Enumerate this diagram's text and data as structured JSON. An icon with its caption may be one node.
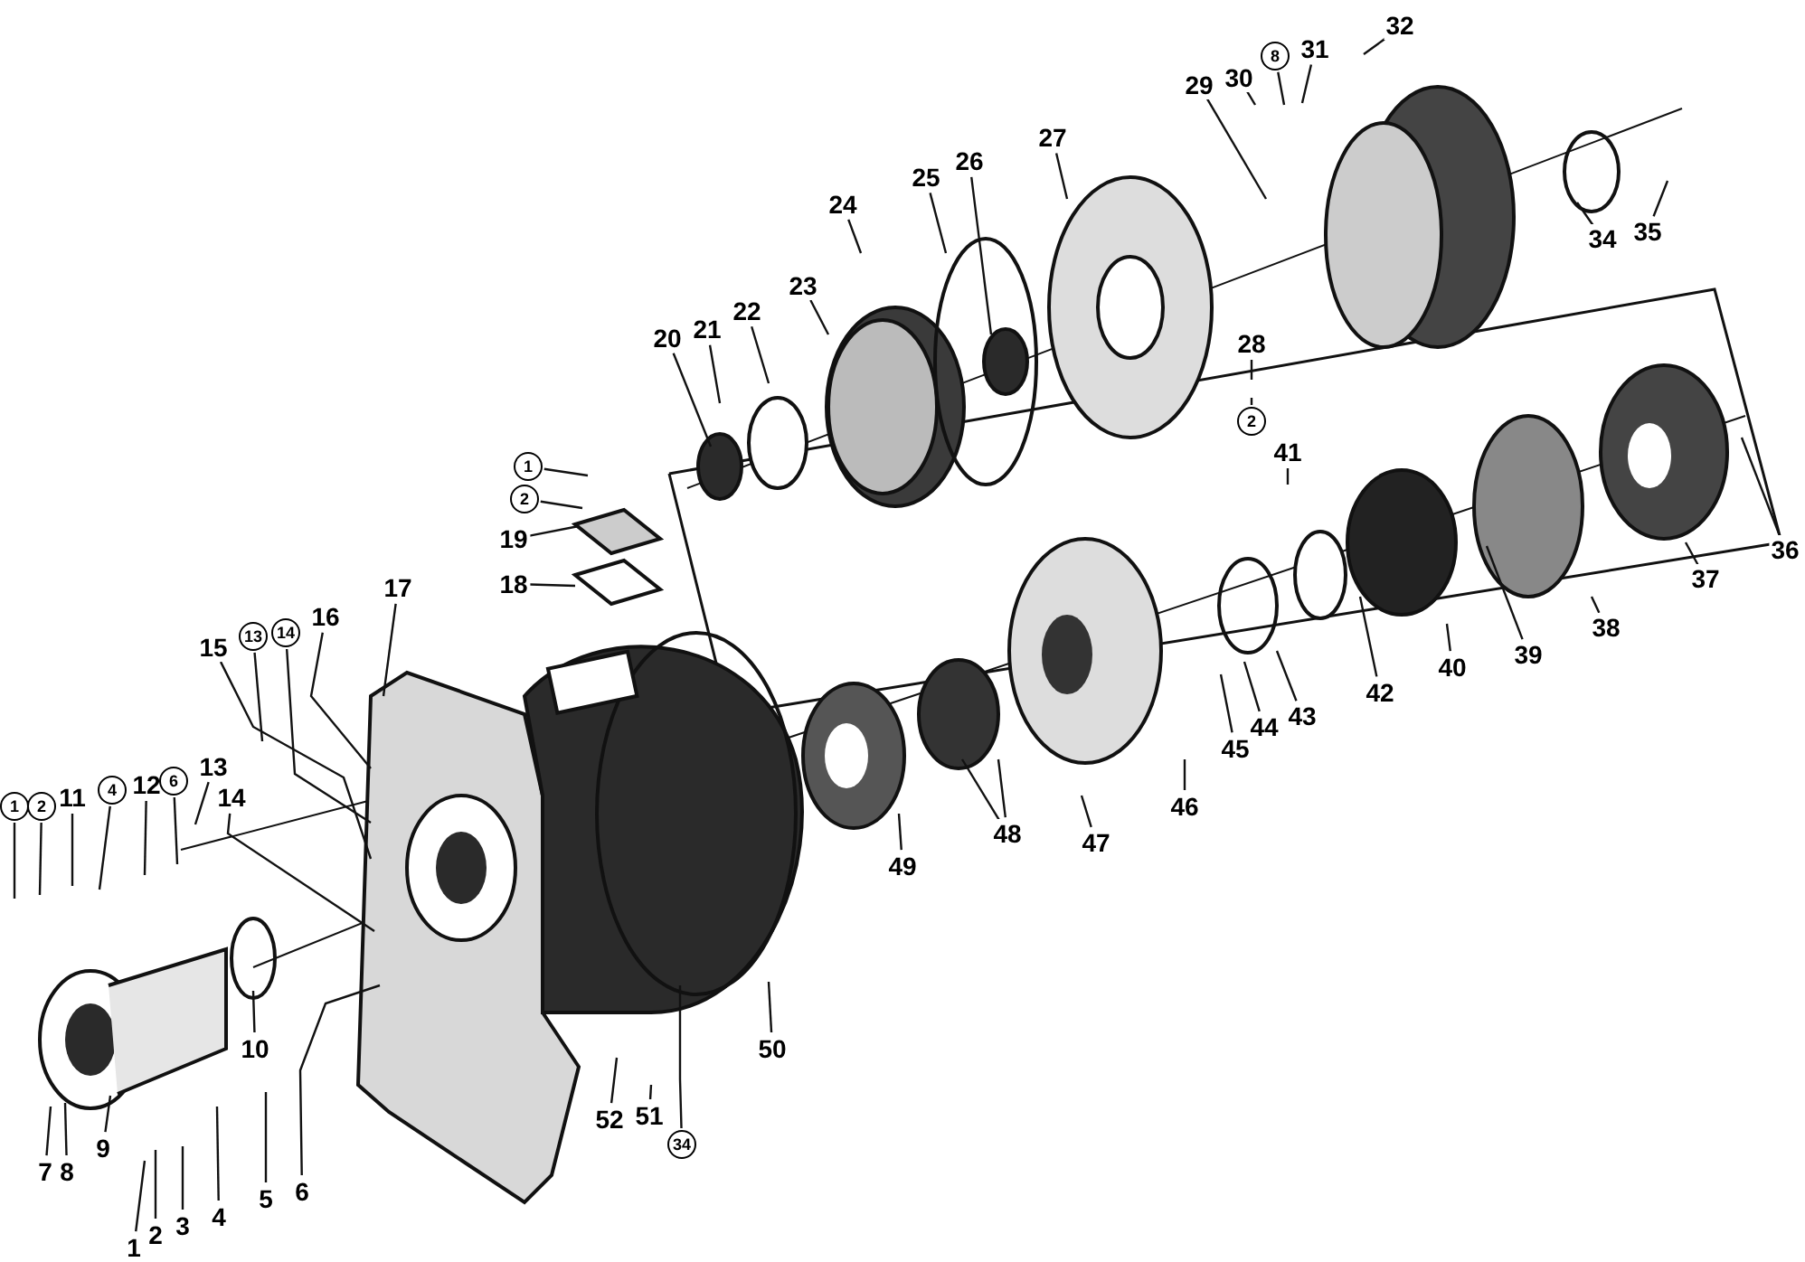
{
  "diagram": {
    "nodes": [
      {
        "text": [
          "32"
        ]
      },
      {
        "text": [
          "29"
        ]
      },
      {
        "text": [
          "30"
        ]
      },
      {
        "text": [
          "8"
        ]
      },
      {
        "text": [
          "31"
        ]
      },
      {
        "text": [
          "34"
        ]
      },
      {
        "text": [
          "35"
        ]
      },
      {
        "text": [
          "24"
        ]
      },
      {
        "text": [
          "25"
        ]
      },
      {
        "text": [
          "26"
        ]
      },
      {
        "text": [
          "27"
        ]
      },
      {
        "text": [
          "23"
        ]
      },
      {
        "text": [
          "22"
        ]
      },
      {
        "text": [
          "21"
        ]
      },
      {
        "text": [
          "20"
        ]
      },
      {
        "text": [
          "28"
        ]
      },
      {
        "text": [
          "2"
        ]
      },
      {
        "text": [
          "1"
        ]
      },
      {
        "text": [
          "2"
        ]
      },
      {
        "text": [
          "19"
        ]
      },
      {
        "text": [
          "18"
        ]
      },
      {
        "text": [
          "41"
        ]
      },
      {
        "text": [
          "36"
        ]
      },
      {
        "text": [
          "37"
        ]
      },
      {
        "text": [
          "38"
        ]
      },
      {
        "text": [
          "39"
        ]
      },
      {
        "text": [
          "40"
        ]
      },
      {
        "text": [
          "42"
        ]
      },
      {
        "text": [
          "43"
        ]
      },
      {
        "text": [
          "44"
        ]
      },
      {
        "text": [
          "45"
        ]
      },
      {
        "text": [
          "46"
        ]
      },
      {
        "text": [
          "47"
        ]
      },
      {
        "text": [
          "48"
        ]
      },
      {
        "text": [
          "49"
        ]
      },
      {
        "text": [
          "17"
        ]
      },
      {
        "text": [
          "16"
        ]
      },
      {
        "text": [
          "15"
        ]
      },
      {
        "text": [
          "13"
        ]
      },
      {
        "text": [
          "14"
        ]
      },
      {
        "text": [
          "1"
        ]
      },
      {
        "text": [
          "2"
        ]
      },
      {
        "text": [
          "11"
        ]
      },
      {
        "text": [
          "4"
        ]
      },
      {
        "text": [
          "12"
        ]
      },
      {
        "text": [
          "6"
        ]
      },
      {
        "text": [
          "13"
        ]
      },
      {
        "text": [
          "14"
        ]
      },
      {
        "text": [
          "10"
        ]
      },
      {
        "text": [
          "50"
        ]
      },
      {
        "text": [
          "9"
        ]
      },
      {
        "text": [
          "7"
        ]
      },
      {
        "text": [
          "8"
        ]
      },
      {
        "text": [
          "52"
        ]
      },
      {
        "text": [
          "51"
        ]
      },
      {
        "text": [
          "34"
        ]
      },
      {
        "text": [
          "1"
        ]
      },
      {
        "text": [
          "2"
        ]
      },
      {
        "text": [
          "3"
        ]
      },
      {
        "text": [
          "4"
        ]
      },
      {
        "text": [
          "5"
        ]
      },
      {
        "text": [
          "6"
        ]
      }
    ],
    "edges": [
      {
        "from": 0,
        "to": null,
        "arrow": "none"
      },
      {
        "from": 1,
        "to": null,
        "arrow": "none"
      },
      {
        "from": 2,
        "to": null,
        "arrow": "none"
      },
      {
        "from": 3,
        "to": null,
        "arrow": "none"
      },
      {
        "from": 4,
        "to": null,
        "arrow": "none"
      },
      {
        "from": 5,
        "to": null,
        "arrow": "none"
      },
      {
        "from": 6,
        "to": null,
        "arrow": "none"
      },
      {
        "from": 7,
        "to": null,
        "arrow": "none"
      },
      {
        "from": 8,
        "to": null,
        "arrow": "none"
      },
      {
        "from": 9,
        "to": null,
        "arrow": "none"
      },
      {
        "from": 10,
        "to": null,
        "arrow": "none"
      },
      {
        "from": 11,
        "to": null,
        "arrow": "none"
      },
      {
        "from": 12,
        "to": null,
        "arrow": "none"
      },
      {
        "from": 13,
        "to": null,
        "arrow": "none"
      },
      {
        "from": 14,
        "to": null,
        "arrow": "none"
      },
      {
        "from": 15,
        "to": null,
        "arrow": "none"
      },
      {
        "from": 16,
        "to": null,
        "arrow": "none"
      },
      {
        "from": 17,
        "to": null,
        "arrow": "none"
      },
      {
        "from": 18,
        "to": null,
        "arrow": "none"
      },
      {
        "from": 19,
        "to": null,
        "arrow": "none"
      },
      {
        "from": 20,
        "to": null,
        "arrow": "none"
      },
      {
        "from": 21,
        "to": null,
        "arrow": "none"
      },
      {
        "from": 22,
        "to": null,
        "arrow": "none"
      },
      {
        "from": 23,
        "to": null,
        "arrow": "none"
      },
      {
        "from": 24,
        "to": null,
        "arrow": "none"
      },
      {
        "from": 25,
        "to": null,
        "arrow": "none"
      },
      {
        "from": 26,
        "to": null,
        "arrow": "none"
      },
      {
        "from": 27,
        "to": null,
        "arrow": "none"
      },
      {
        "from": 28,
        "to": null,
        "arrow": "none"
      },
      {
        "from": 29,
        "to": null,
        "arrow": "none"
      },
      {
        "from": 30,
        "to": null,
        "arrow": "none"
      },
      {
        "from": 31,
        "to": null,
        "arrow": "none"
      },
      {
        "from": 32,
        "to": null,
        "arrow": "none"
      },
      {
        "from": 33,
        "to": null,
        "arrow": "none"
      },
      {
        "from": 33,
        "to": null,
        "arrow": "none"
      },
      {
        "from": 34,
        "to": null,
        "arrow": "none"
      },
      {
        "from": 35,
        "to": null,
        "arrow": "none"
      },
      {
        "from": 36,
        "to": null,
        "arrow": "none"
      },
      {
        "from": 37,
        "to": null,
        "arrow": "none"
      },
      {
        "from": 38,
        "to": null,
        "arrow": "none"
      },
      {
        "from": 39,
        "to": null,
        "arrow": "none"
      },
      {
        "from": 40,
        "to": null,
        "arrow": "none"
      },
      {
        "from": 41,
        "to": null,
        "arrow": "none"
      },
      {
        "from": 42,
        "to": null,
        "arrow": "none"
      },
      {
        "from": 43,
        "to": null,
        "arrow": "none"
      },
      {
        "from": 44,
        "to": null,
        "arrow": "none"
      },
      {
        "from": 45,
        "to": null,
        "arrow": "none"
      },
      {
        "from": 46,
        "to": null,
        "arrow": "none"
      },
      {
        "from": 47,
        "to": null,
        "arrow": "none"
      },
      {
        "from": 48,
        "to": null,
        "arrow": "none"
      },
      {
        "from": 49,
        "to": null,
        "arrow": "none"
      },
      {
        "from": 50,
        "to": null,
        "arrow": "none"
      },
      {
        "from": 51,
        "to": null,
        "arrow": "none"
      },
      {
        "from": 52,
        "to": null,
        "arrow": "none"
      },
      {
        "from": 53,
        "to": null,
        "arrow": "none"
      },
      {
        "from": 54,
        "to": null,
        "arrow": "none"
      },
      {
        "from": 55,
        "to": null,
        "arrow": "none"
      },
      {
        "from": 56,
        "to": null,
        "arrow": "none"
      },
      {
        "from": 57,
        "to": null,
        "arrow": "none"
      },
      {
        "from": 58,
        "to": null,
        "arrow": "none"
      },
      {
        "from": 59,
        "to": null,
        "arrow": "none"
      },
      {
        "from": 60,
        "to": null,
        "arrow": "none"
      },
      {
        "from": 61,
        "to": null,
        "arrow": "none"
      }
    ]
  }
}
